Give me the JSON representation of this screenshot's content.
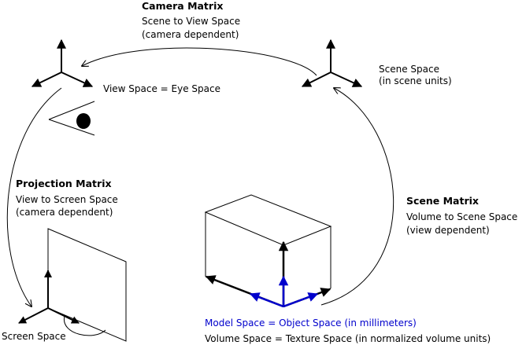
{
  "labels": {
    "camera_matrix_title": "Camera Matrix",
    "camera_matrix_line1": "Scene to View Space",
    "camera_matrix_line2": "(camera dependent)",
    "scene_space_line1": "Scene Space",
    "scene_space_line2": "(in scene units)",
    "view_space": "View Space = Eye Space",
    "projection_matrix_title": "Projection Matrix",
    "projection_matrix_line1": "View to Screen Space",
    "projection_matrix_line2": "(camera dependent)",
    "scene_matrix_title": "Scene Matrix",
    "scene_matrix_line1": "Volume to Scene Space",
    "scene_matrix_line2": "(view dependent)",
    "screen_space": "Screen Space",
    "model_space": "Model Space = Object Space (in millimeters)",
    "volume_space": "Volume Space = Texture Space (in normalized volume units)"
  },
  "colors": {
    "ink": "#000000",
    "model_axes": "#0000cc"
  }
}
